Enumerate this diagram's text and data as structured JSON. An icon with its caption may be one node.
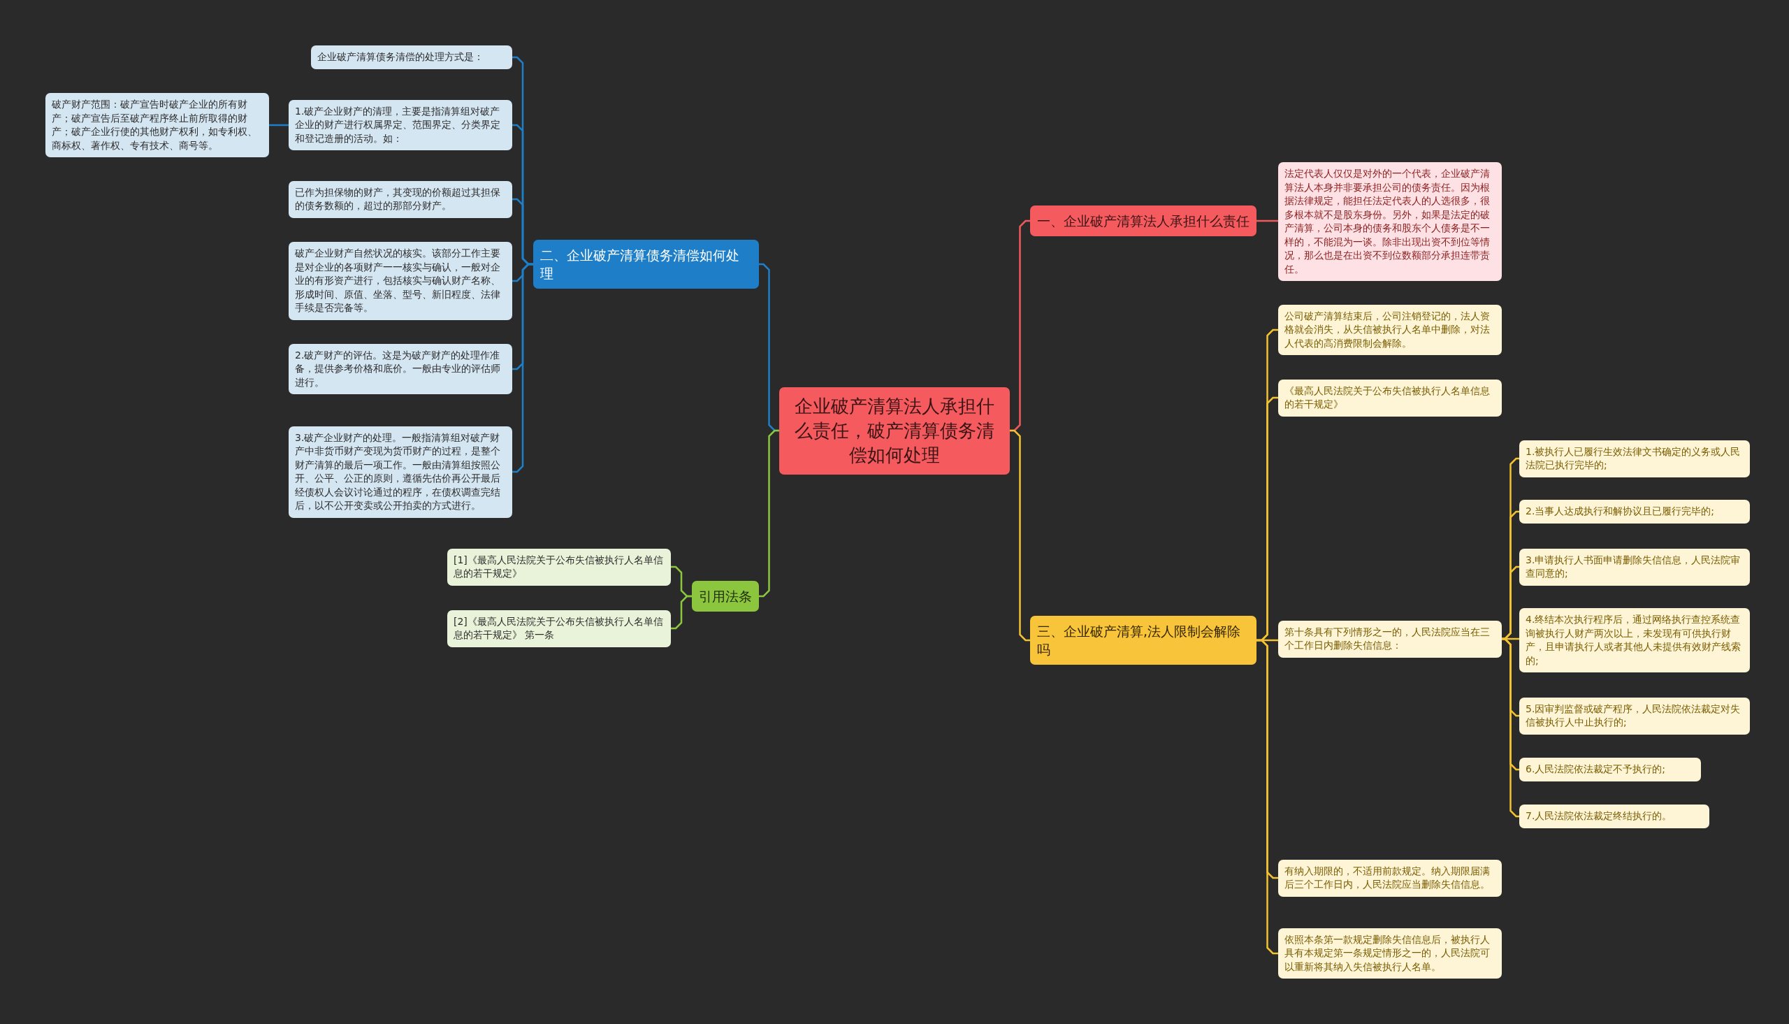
{
  "diagram": {
    "nodes": [
      {
        "text": [
          "企业破产清算法人承担什么责任，破产清算债务清偿如何处理"
        ]
      },
      {
        "text": [
          "一、企业破产清算法人承担什么责任"
        ]
      },
      {
        "text": [
          "法定代表人仅仅是对外的一个代表，企业破产清算法人本身并非要承担公司的债务责任。因为根据法律规定，能担任法定代表人的人选很多，很多根本就不是股东身份。另外，如果是法定的破产清算，公司本身的债务和股东个人债务是不一样的，不能混为一谈。除非出现出资不到位等情况，那么也是在出资不到位数额部分承担连带责任。"
        ]
      },
      {
        "text": [
          "三、企业破产清算,法人限制会解除吗"
        ]
      },
      {
        "text": [
          "公司破产清算结束后，公司注销登记的，法人资格就会消失，从失信被执行人名单中删除，对法人代表的高消费限制会解除。"
        ]
      },
      {
        "text": [
          "《最高人民法院关于公布失信被执行人名单信息的若干规定》"
        ]
      },
      {
        "text": [
          "第十条具有下列情形之一的，人民法院应当在三个工作日内删除失信信息："
        ]
      },
      {
        "text": [
          "1.被执行人已履行生效法律文书确定的义务或人民法院已执行完毕的;"
        ]
      },
      {
        "text": [
          "2.当事人达成执行和解协议且已履行完毕的;"
        ]
      },
      {
        "text": [
          "3.申请执行人书面申请删除失信信息，人民法院审查同意的;"
        ]
      },
      {
        "text": [
          "4.终结本次执行程序后，通过网络执行查控系统查询被执行人财产两次以上，未发现有可供执行财产，且申请执行人或者其他人未提供有效财产线索的;"
        ]
      },
      {
        "text": [
          "5.因审判监督或破产程序，人民法院依法裁定对失信被执行人中止执行的;"
        ]
      },
      {
        "text": [
          "6.人民法院依法裁定不予执行的;"
        ]
      },
      {
        "text": [
          "7.人民法院依法裁定终结执行的。"
        ]
      },
      {
        "text": [
          "有纳入期限的，不适用前款规定。纳入期限届满后三个工作日内，人民法院应当删除失信信息。"
        ]
      },
      {
        "text": [
          "依照本条第一款规定删除失信信息后，被执行人具有本规定第一条规定情形之一的，人民法院可以重新将其纳入失信被执行人名单。"
        ]
      },
      {
        "text": [
          "二、企业破产清算债务清偿如何处理"
        ]
      },
      {
        "text": [
          "企业破产清算债务清偿的处理方式是："
        ]
      },
      {
        "text": [
          "1.破产企业财产的清理，主要是指清算组对破产企业的财产进行权属界定、范围界定、分类界定和登记造册的活动。如："
        ]
      },
      {
        "text": [
          "破产财产范围：破产宣告时破产企业的所有财产；破产宣告后至破产程序终止前所取得的财产；破产企业行使的其他财产权利，如专利权、商标权、著作权、专有技术、商号等。"
        ]
      },
      {
        "text": [
          "已作为担保物的财产，其变现的价额超过其担保的债务数额的，超过的那部分财产。"
        ]
      },
      {
        "text": [
          "破产企业财产自然状况的核实。该部分工作主要是对企业的各项财产一一核实与确认，一般对企业的有形资产进行，包括核实与确认财产名称、形成时间、原值、坐落、型号、新旧程度、法律手续是否完备等。"
        ]
      },
      {
        "text": [
          "2.破产财产的评估。这是为破产财产的处理作准备，提供参考价格和底价。一般由专业的评估师进行。"
        ]
      },
      {
        "text": [
          "3.破产企业财产的处理。一般指清算组对破产财产中非货币财产变现为货币财产的过程，是整个财产清算的最后一项工作。一般由清算组按照公开、公平、公正的原则，遵循先估价再公开最后经债权人会议讨论通过的程序，在债权调查完结后，以不公开变卖或公开拍卖的方式进行。"
        ]
      },
      {
        "text": [
          "引用法条"
        ]
      },
      {
        "text": [
          "[1]《最高人民法院关于公布失信被执行人名单信息的若干规定》"
        ]
      },
      {
        "text": [
          "[2]《最高人民法院关于公布失信被执行人名单信息的若干规定》 第一条"
        ]
      }
    ],
    "edges": [
      {
        "from": 0,
        "to": 1,
        "arrow": "none",
        "color": "#f05a5c"
      },
      {
        "from": 1,
        "to": 2,
        "arrow": "none",
        "color": "#f05a5c"
      },
      {
        "from": 0,
        "to": 3,
        "arrow": "none"
      },
      {
        "from": 3,
        "to": 4,
        "arrow": "none"
      },
      {
        "from": 3,
        "to": 5,
        "arrow": "none"
      },
      {
        "from": 3,
        "to": 6,
        "arrow": "none"
      },
      {
        "from": 6,
        "to": 7,
        "arrow": "none"
      },
      {
        "from": 6,
        "to": 8,
        "arrow": "none"
      },
      {
        "from": 6,
        "to": 9,
        "arrow": "none"
      },
      {
        "from": 6,
        "to": 10,
        "arrow": "none"
      },
      {
        "from": 6,
        "to": 11,
        "arrow": "none"
      },
      {
        "from": 6,
        "to": 12,
        "arrow": "none"
      },
      {
        "from": 6,
        "to": 13,
        "arrow": "none"
      },
      {
        "from": 3,
        "to": 14,
        "arrow": "none"
      },
      {
        "from": 3,
        "to": 15,
        "arrow": "none"
      },
      {
        "from": 0,
        "to": 16,
        "arrow": "none",
        "color": "#1e7fc8"
      },
      {
        "from": 16,
        "to": 17,
        "arrow": "none",
        "color": "#1e7fc8"
      },
      {
        "from": 16,
        "to": 18,
        "arrow": "none",
        "color": "#1e7fc8"
      },
      {
        "from": 18,
        "to": 19,
        "arrow": "none",
        "color": "#1e7fc8"
      },
      {
        "from": 16,
        "to": 20,
        "arrow": "none",
        "color": "#1e7fc8"
      },
      {
        "from": 16,
        "to": 21,
        "arrow": "none",
        "color": "#1e7fc8"
      },
      {
        "from": 16,
        "to": 22,
        "arrow": "none",
        "color": "#1e7fc8"
      },
      {
        "from": 16,
        "to": 23,
        "arrow": "none",
        "color": "#1e7fc8"
      },
      {
        "from": 0,
        "to": 24,
        "arrow": "none",
        "color": "#8cc63f"
      },
      {
        "from": 24,
        "to": 25,
        "arrow": "none",
        "color": "#8cc63f"
      },
      {
        "from": 24,
        "to": 26,
        "arrow": "none",
        "color": "#8cc63f"
      }
    ]
  }
}
